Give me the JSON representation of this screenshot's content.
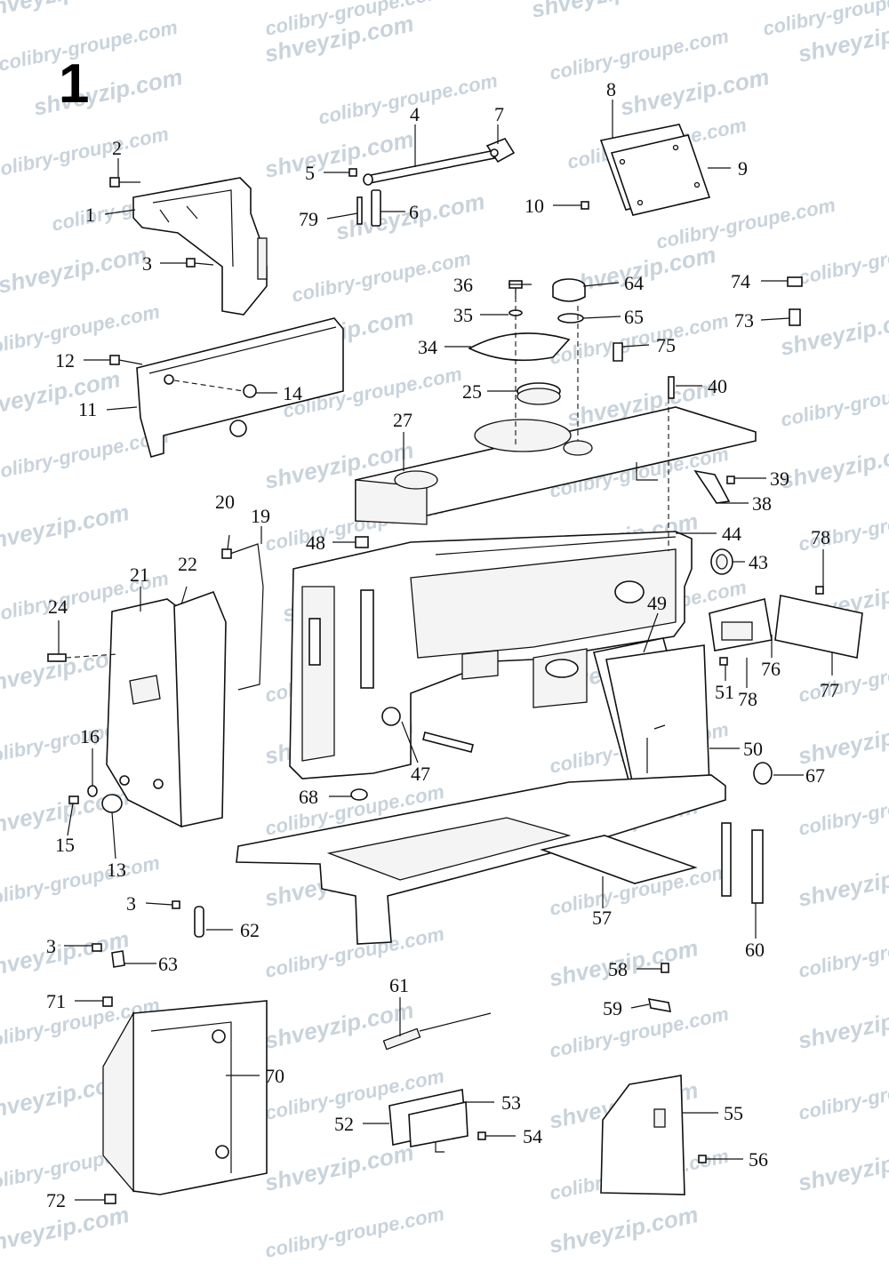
{
  "figure_number": "1",
  "watermarks": {
    "primary": "shveyzip.com",
    "secondary": "colibry-groupe.com",
    "color": "#c9d3dc"
  },
  "callouts": [
    "1",
    "2",
    "3",
    "4",
    "5",
    "6",
    "7",
    "8",
    "9",
    "10",
    "11",
    "12",
    "13",
    "14",
    "15",
    "16",
    "19",
    "20",
    "21",
    "22",
    "24",
    "25",
    "27",
    "34",
    "35",
    "36",
    "38",
    "39",
    "40",
    "43",
    "44",
    "47",
    "48",
    "49",
    "50",
    "51",
    "52",
    "53",
    "54",
    "55",
    "56",
    "57",
    "58",
    "59",
    "60",
    "61",
    "62",
    "63",
    "64",
    "65",
    "67",
    "68",
    "70",
    "71",
    "72",
    "73",
    "74",
    "75",
    "76",
    "77",
    "78",
    "79"
  ],
  "extra_callouts": {
    "3b": "3",
    "3c": "3",
    "78b": "78"
  }
}
